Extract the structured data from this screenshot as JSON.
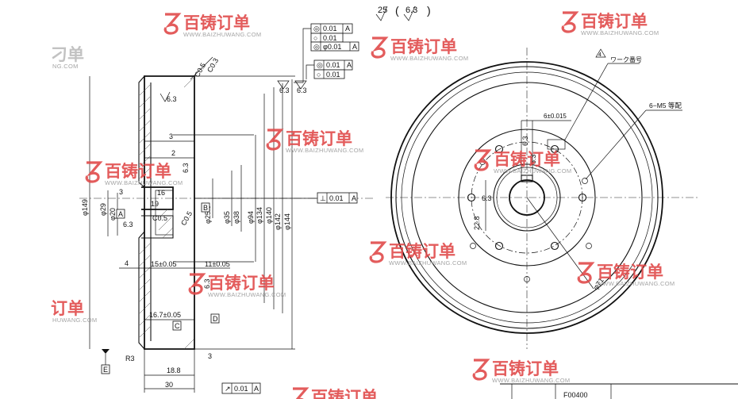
{
  "title_block": {
    "surface_finish_main": "25",
    "surface_finish_alt": "6.3"
  },
  "section_view": {
    "dimensions": [
      {
        "id": "chamfer-top-1",
        "text": "C0.5"
      },
      {
        "id": "chamfer-top-2",
        "text": "C0.3"
      },
      {
        "id": "finish-1",
        "text": "6.3"
      },
      {
        "id": "finish-2",
        "text": "6.3"
      },
      {
        "id": "finish-3",
        "text": "6.3"
      },
      {
        "id": "d-3",
        "text": "3"
      },
      {
        "id": "d-2",
        "text": "2"
      },
      {
        "id": "finish-4",
        "text": "6.3"
      },
      {
        "id": "d-16",
        "text": "16"
      },
      {
        "id": "d-3-tol",
        "text": "3"
      },
      {
        "id": "d-19",
        "text": "19"
      },
      {
        "id": "chamfer-c05",
        "text": "C0.5"
      },
      {
        "id": "chamfer-c05-2",
        "text": "C0.5"
      },
      {
        "id": "phi-149",
        "text": "φ149"
      },
      {
        "id": "phi-29",
        "text": "φ29"
      },
      {
        "id": "phi-20",
        "text": "φ20"
      },
      {
        "id": "phi-25-5",
        "text": "φ25.5"
      },
      {
        "id": "phi-35",
        "text": "φ35"
      },
      {
        "id": "phi-38",
        "text": "φ38"
      },
      {
        "id": "phi-94",
        "text": "φ94"
      },
      {
        "id": "phi-134",
        "text": "φ134"
      },
      {
        "id": "phi-140",
        "text": "φ140"
      },
      {
        "id": "phi-142",
        "text": "φ142"
      },
      {
        "id": "phi-144",
        "text": "φ144"
      },
      {
        "id": "d-4",
        "text": "4"
      },
      {
        "id": "d-15",
        "text": "15±0.05"
      },
      {
        "id": "d-11",
        "text": "11±0.05"
      },
      {
        "id": "finish-5",
        "text": "6.3"
      },
      {
        "id": "finish-6",
        "text": "6.3"
      },
      {
        "id": "d-16-7",
        "text": "16.7±0.05"
      },
      {
        "id": "d-r3",
        "text": "R3"
      },
      {
        "id": "d-18-8",
        "text": "18.8"
      },
      {
        "id": "d-3-bottom",
        "text": "3"
      },
      {
        "id": "d-30",
        "text": "30"
      }
    ],
    "datums": [
      "A",
      "B",
      "C",
      "D",
      "E"
    ],
    "tolerance_frames": [
      {
        "id": "tf-1",
        "symbol": "◎",
        "value": "0.01",
        "datum": "A"
      },
      {
        "id": "tf-2",
        "symbol": "○",
        "value": "0.01",
        "datum": ""
      },
      {
        "id": "tf-3",
        "symbol": "◎",
        "value": "φ0.01",
        "datum": "A"
      },
      {
        "id": "tf-4",
        "symbol": "◎",
        "value": "0.01",
        "datum": "A"
      },
      {
        "id": "tf-5",
        "symbol": "○",
        "value": "0.01",
        "datum": ""
      },
      {
        "id": "tf-perp",
        "symbol": "⊥",
        "value": "0.01",
        "datum": "A"
      },
      {
        "id": "tf-bottom",
        "symbol": "↗",
        "value": "0.01",
        "datum": "A"
      }
    ]
  },
  "front_view": {
    "labels": [
      {
        "id": "work-no",
        "text": "ワーク番号"
      },
      {
        "id": "key-width",
        "text": "6±0.015"
      },
      {
        "id": "bolt-holes",
        "text": "6−M5 等配"
      },
      {
        "id": "key-depth",
        "text": "22.8"
      },
      {
        "id": "finish-a",
        "text": "6.3"
      },
      {
        "id": "finish-b",
        "text": "6.3"
      },
      {
        "id": "finish-c",
        "text": "6.3"
      },
      {
        "id": "pcd",
        "text": "φ71"
      },
      {
        "id": "note-4",
        "text": "4"
      }
    ]
  },
  "watermark": {
    "brand_cn": "百铸订单",
    "url": "WWW.BAIZHUWANG.COM",
    "partial_cn": "订单",
    "partial_url": "NG.COM",
    "partial_url_2": "HUWANG.COM"
  },
  "title_block_corner": {
    "partial_text": "F00400"
  }
}
